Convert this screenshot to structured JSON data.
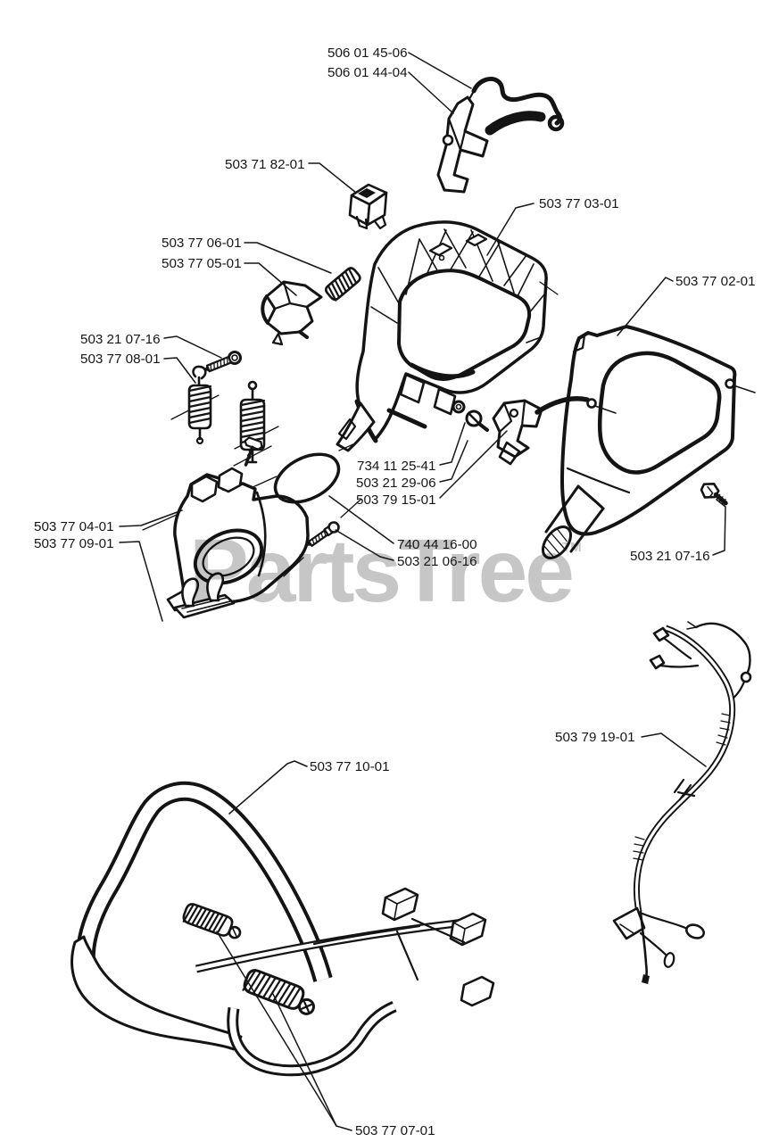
{
  "watermark": {
    "text": "PartsTree",
    "tm": "TM",
    "color": "#c6c6c6"
  },
  "diagram": {
    "background": "#ffffff",
    "line_color": "#141414"
  },
  "labels": [
    {
      "id": "label-throttle-lever",
      "part_number": "506 01 45-06"
    },
    {
      "id": "label-trigger-bracket",
      "part_number": "506 01 44-04"
    },
    {
      "id": "label-stop-switch",
      "part_number": "503 71 82-01"
    },
    {
      "id": "label-handle-frame",
      "part_number": "503 77 03-01"
    },
    {
      "id": "label-spring-small",
      "part_number": "503 77 06-01"
    },
    {
      "id": "label-trigger-lockout",
      "part_number": "503 77 05-01"
    },
    {
      "id": "label-cover",
      "part_number": "503 77 02-01"
    },
    {
      "id": "label-screw-left",
      "part_number": "503 21 07-16"
    },
    {
      "id": "label-damper-spring",
      "part_number": "503 77 08-01"
    },
    {
      "id": "label-screw-center",
      "part_number": "734 11 25-41"
    },
    {
      "id": "label-screw-center-2",
      "part_number": "503 21 29-06"
    },
    {
      "id": "label-clamp",
      "part_number": "503 79 15-01"
    },
    {
      "id": "label-guard",
      "part_number": "503 77 04-01"
    },
    {
      "id": "label-spike",
      "part_number": "503 77 09-01"
    },
    {
      "id": "label-o-ring",
      "part_number": "740 44 16-00"
    },
    {
      "id": "label-screw-lower",
      "part_number": "503 21 06-16"
    },
    {
      "id": "label-screw-right",
      "part_number": "503 21 07-16"
    },
    {
      "id": "label-wiring-harness",
      "part_number": "503 79 19-01"
    },
    {
      "id": "label-front-handle",
      "part_number": "503 77 10-01"
    },
    {
      "id": "label-handle-springs",
      "part_number": "503 77 07-01"
    }
  ]
}
